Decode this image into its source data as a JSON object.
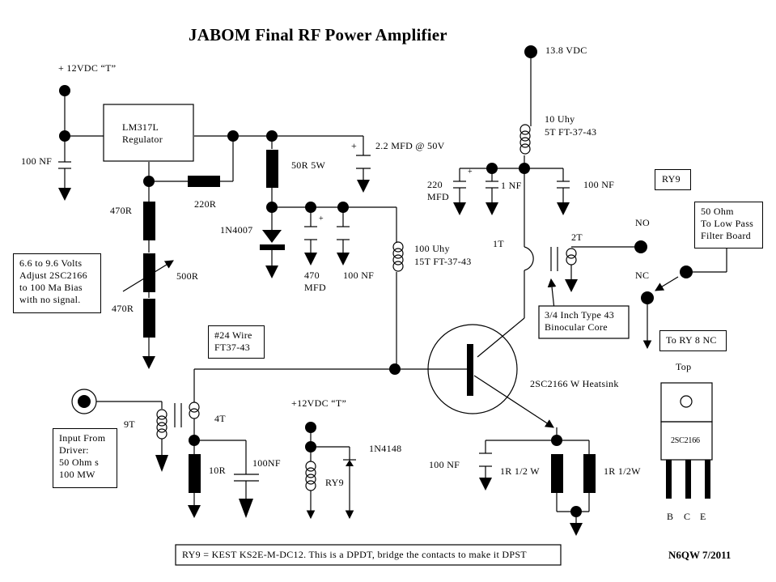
{
  "title": "JABOM Final RF Power Amplifier",
  "signature": "N6QW 7/2011",
  "colors": {
    "ink": "#000000",
    "background": "#ffffff"
  },
  "supplies": {
    "bias_supply": "+ 12VDC “T”",
    "relay_supply": "+12VDC “T”",
    "collector_supply": "13.8 VDC"
  },
  "bias_section": {
    "regulator_line1": "LM317L",
    "regulator_line2": "Regulator",
    "input_cap": "100 NF",
    "r_top": "470R",
    "r_adj": "220R",
    "pot": "500R",
    "r_bottom": "470R",
    "r_dropper": "50R 5W",
    "cap_out": "2.2 MFD @ 50V",
    "diode": "1N4007",
    "cap_470_line1": "470",
    "cap_470_line2": "MFD",
    "cap_100nf": "100 NF",
    "note": [
      "6.6 to 9.6 Volts",
      "Adjust 2SC2166",
      "to 100 Ma Bias",
      "with no signal."
    ]
  },
  "collector_section": {
    "choke_line1": "10 Uhy",
    "choke_line2": "5T FT-37-43",
    "cap_220_line1": "220",
    "cap_220_line2": "MFD",
    "cap_1nf": "1 NF",
    "cap_100nf": "100 NF",
    "base_choke_line1": "100 Uhy",
    "base_choke_line2": "15T FT-37-43",
    "primary": "1T",
    "secondary": "2T",
    "core_note": [
      "3/4 Inch Type 43",
      "Binocular Core"
    ],
    "transistor": "2SC2166 W Heatsink"
  },
  "input_section": {
    "primary": "9T",
    "secondary": "4T",
    "resistor": "10R",
    "cap": "100NF",
    "wire_note": [
      "#24 Wire",
      "FT37-43"
    ],
    "input_note": [
      "Input From",
      "Driver:",
      "50 Ohm s",
      "100 MW"
    ]
  },
  "relay_section": {
    "relay_box": "RY9",
    "coil_label": "RY9",
    "diode": "1N4148",
    "no": "NO",
    "nc": "NC",
    "output_note": [
      "50 Ohm",
      "To Low Pass",
      "Filter Board"
    ],
    "to_ry8": "To RY 8 NC"
  },
  "emitter_section": {
    "cap": "100 NF",
    "r1": "1R 1/2 W",
    "r2": "1R 1/2W"
  },
  "package": {
    "orientation": "Top",
    "part": "2SC2166",
    "pins": [
      "B",
      "C",
      "E"
    ]
  },
  "footer_note": "RY9 = KEST KS2E-M-DC12. This is a DPDT, bridge the contacts to make it DPST"
}
